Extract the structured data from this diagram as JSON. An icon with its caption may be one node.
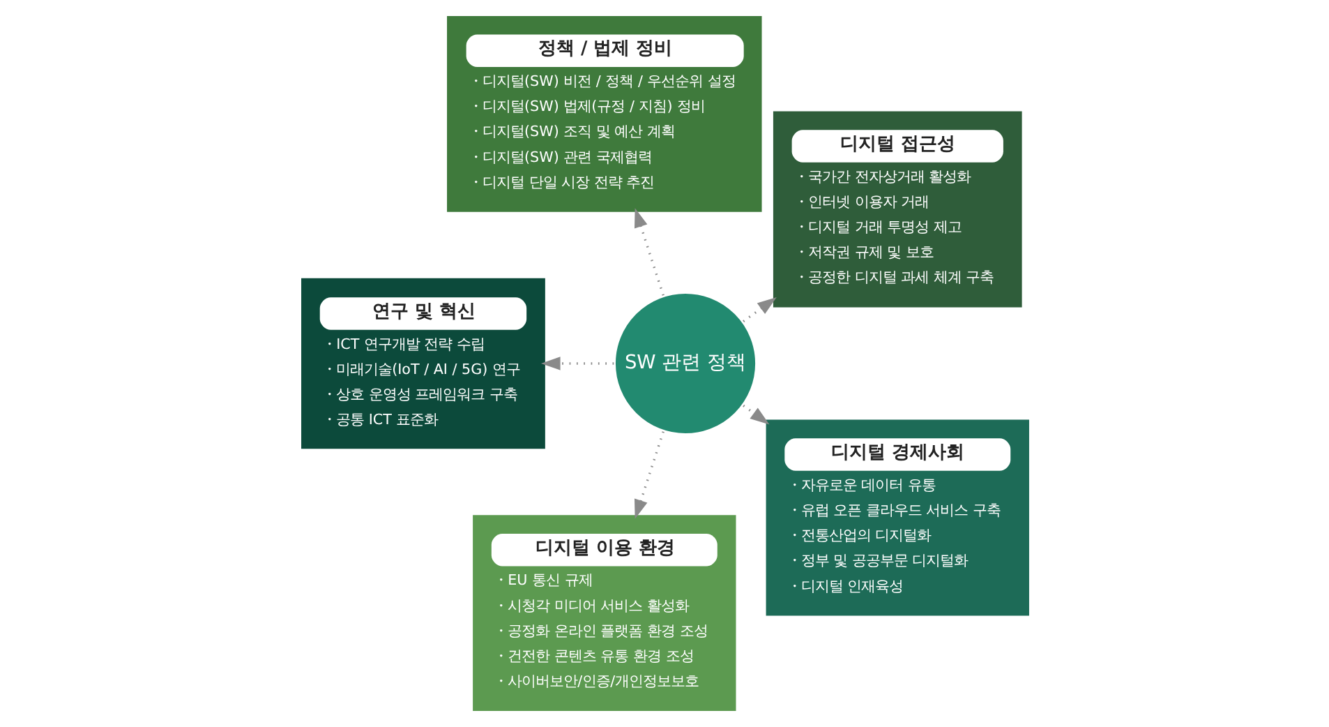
{
  "diagram": {
    "nodes": [
      {
        "text": [
          "디지털 접근성",
          "・국가간 전자상거래 활성화",
          "・인터넷 이용자 거래",
          "・디지털 거래 투명성 제고",
          "・저작권 규제 및 보호",
          "・공정한 디지털 과세 체계 구축"
        ]
      },
      {
        "text": [
          "정책 / 법제 정비",
          "・디지털(SW) 비전 / 정책 / 우선순위 설정",
          "・디지털(SW) 법제(규정 / 지침) 정비",
          "・디지털(SW) 조직 및 예산 계획",
          "・디지털(SW) 관련 국제협력",
          "・디지털 단일 시장 전략 추진"
        ]
      },
      {
        "text": [
          "연구 및 혁신",
          "・ICT 연구개발 전략 수립",
          "・미래기술(IoT / AI / 5G) 연구",
          "・상호 운영성 프레임워크 구축",
          "・공통 ICT 표준화"
        ]
      },
      {
        "text": [
          "디지털 이용 환경",
          "・EU 통신 규제",
          "・시청각 미디어 서비스 활성화",
          "・공정화 온라인 플랫폼 환경 조성",
          "・건전한 콘텐츠 유통 환경 조성",
          "・사이버보안/인증/개인정보보호"
        ]
      },
      {
        "text": [
          "SW 관련 정책"
        ]
      },
      {
        "text": [
          "디지털 경제사회",
          "・자유로운 데이터 유통",
          "・유럽 오픈 클라우드 서비스 구축",
          "・전통산업의 디지털화",
          "・정부 및 공공부문 디지털화",
          "・디지털 인재육성"
        ]
      }
    ],
    "edges": [
      {
        "from": 4,
        "to": 1,
        "arrow": "to",
        "style": "dashed"
      },
      {
        "from": 4,
        "to": 0,
        "arrow": "to",
        "style": "dashed"
      },
      {
        "from": 4,
        "to": 2,
        "arrow": "to",
        "style": "dashed"
      },
      {
        "from": 4,
        "to": 3,
        "arrow": "to",
        "style": "dashed"
      },
      {
        "from": 4,
        "to": 5,
        "arrow": "to",
        "style": "dashed"
      }
    ]
  }
}
